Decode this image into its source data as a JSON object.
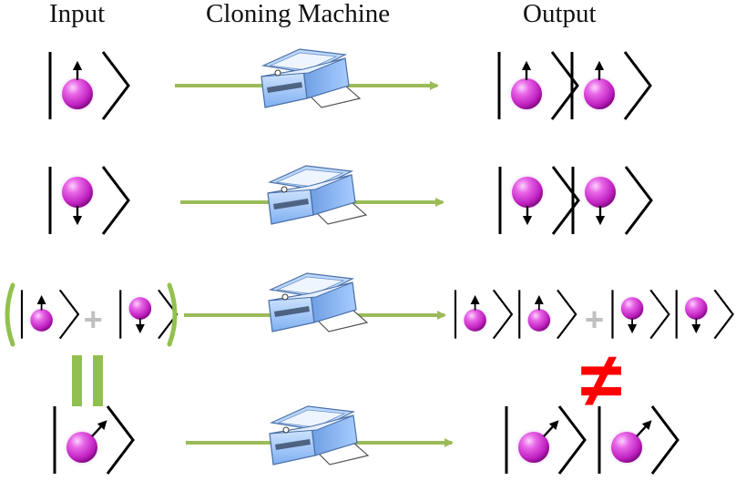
{
  "headers": {
    "input": "Input",
    "machine": "Cloning Machine",
    "output": "Output"
  },
  "rows": [
    {
      "id": "up",
      "input": [
        "up"
      ],
      "output": [
        [
          "up"
        ],
        [
          "up"
        ]
      ]
    },
    {
      "id": "down",
      "input": [
        "down"
      ],
      "output": [
        [
          "down"
        ],
        [
          "down"
        ]
      ]
    },
    {
      "id": "superposition",
      "input": [
        "up",
        "down"
      ],
      "output": [
        [
          "up",
          "up"
        ],
        [
          "down",
          "down"
        ]
      ]
    },
    {
      "id": "diagonal",
      "input": [
        "diag"
      ],
      "output": [
        [
          "diag"
        ],
        [
          "diag"
        ]
      ]
    }
  ],
  "symbols": {
    "plus": "+",
    "equals": "=",
    "not_equal": "≠"
  },
  "colors": {
    "arrow": "#9bbb59",
    "brackets": "#92c050",
    "plus": "#bfbfbf",
    "not_equal": "#ff0000",
    "sphere": "#cc33cc",
    "printer": "#9cc3ff",
    "ink": "#000000"
  },
  "icons": {
    "machine": "printer-icon",
    "qubit": "spin-sphere-icon",
    "ket": "ket-bracket-icon"
  }
}
